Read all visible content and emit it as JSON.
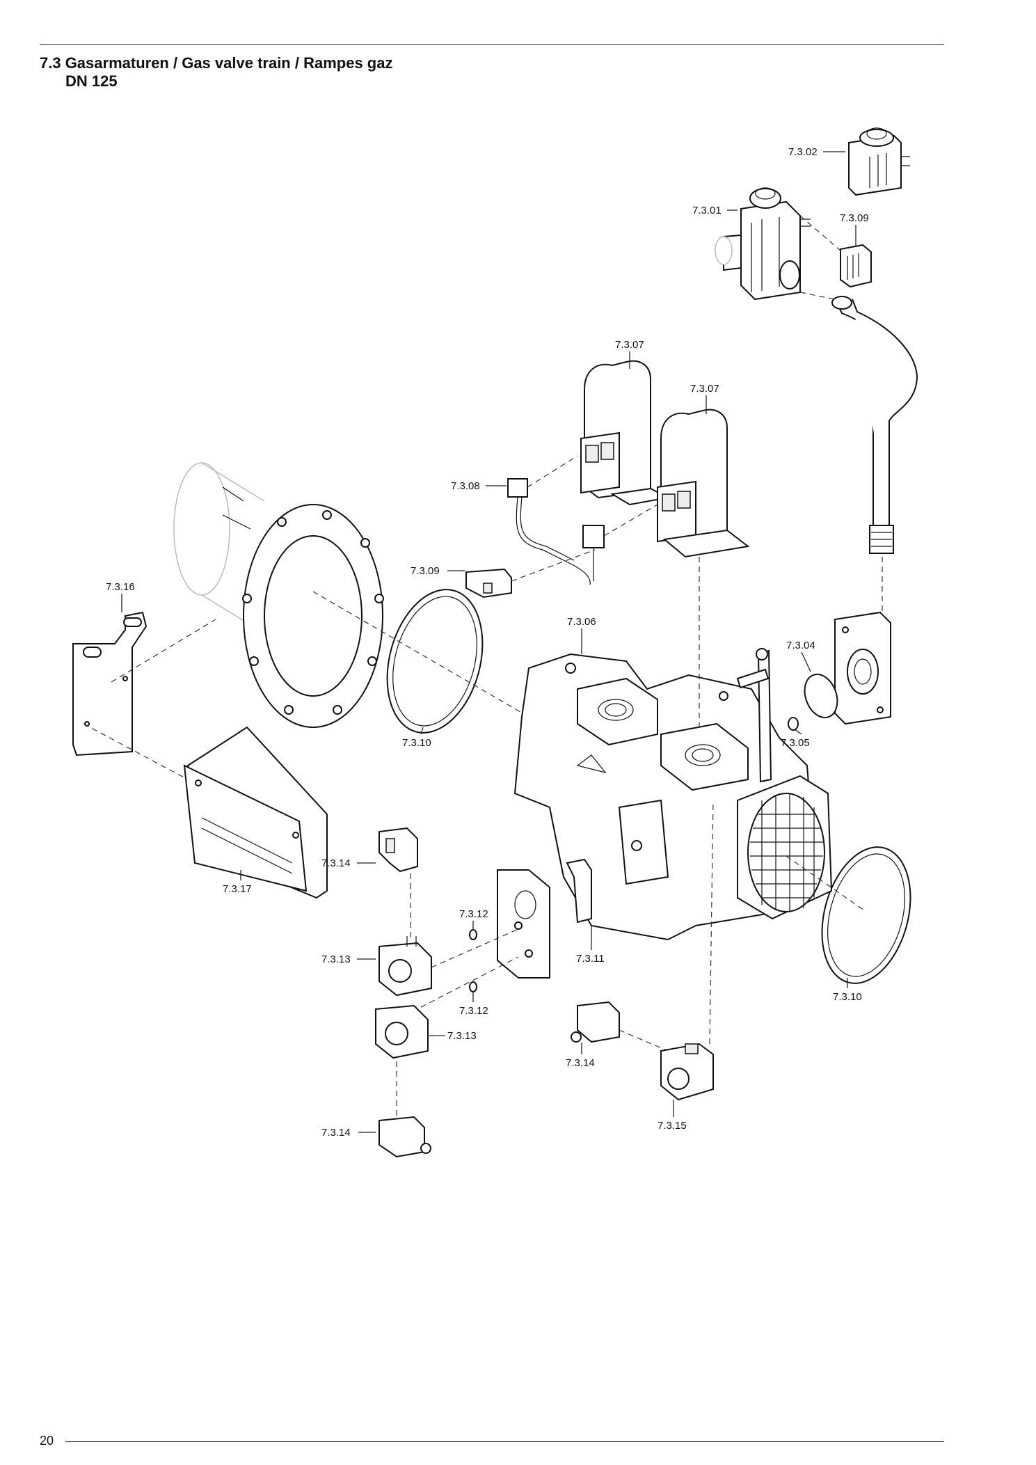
{
  "header": {
    "title_line1": "7.3 Gasarmaturen / Gas valve train / Rampes gaz",
    "title_line2": "DN 125"
  },
  "footer": {
    "page_number": "20"
  },
  "callouts": {
    "c0302": "7.3.02",
    "c0301": "7.3.01",
    "c0309a": "7.3.09",
    "c0307a": "7.3.07",
    "c0307b": "7.3.07",
    "c0308": "7.3.08",
    "c0309b": "7.3.09",
    "c0316": "7.3.16",
    "c0306": "7.3.06",
    "c0304": "7.3.04",
    "c0305": "7.3.05",
    "c0310a": "7.3.10",
    "c0310b": "7.3.10",
    "c0317": "7.3.17",
    "c0314a": "7.3.14",
    "c0312a": "7.3.12",
    "c0311": "7.3.11",
    "c0313a": "7.3.13",
    "c0312b": "7.3.12",
    "c0313b": "7.3.13",
    "c0314b": "7.3.14",
    "c0315": "7.3.15",
    "c0314c": "7.3.14"
  }
}
